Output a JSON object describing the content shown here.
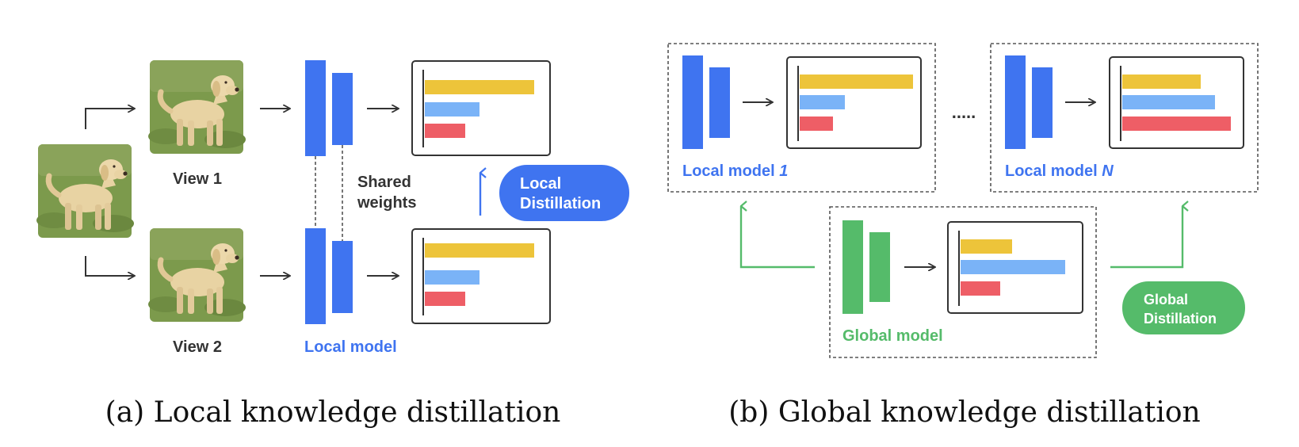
{
  "colors": {
    "blue": "#3f74f0",
    "green": "#55bb6a",
    "yellow": "#edc43a",
    "light_blue": "#7ab3f7",
    "red": "#ee5e66",
    "dark": "#333333",
    "dashed": "#555555"
  },
  "icons": {
    "dog_photo": "dog-photo-icon",
    "arrow": "arrow-right-icon"
  },
  "panel_a": {
    "view1_label": "View 1",
    "view2_label": "View 2",
    "shared_weights_line1": "Shared",
    "shared_weights_line2": "weights",
    "local_model_label": "Local model",
    "distill_line1": "Local",
    "distill_line2": "Distillation",
    "caption": "(a) Local knowledge distillation",
    "bars_top": [
      0.92,
      0.46,
      0.34
    ],
    "bars_bottom": [
      0.92,
      0.46,
      0.34
    ]
  },
  "panel_b": {
    "local_model_1_prefix": "Local model ",
    "local_model_1_suffix": "1",
    "local_model_n_prefix": "Local model ",
    "local_model_n_suffix": "N",
    "ellipsis": ".....",
    "global_model_label": "Global model",
    "distill_line1": "Global",
    "distill_line2": "Distillation",
    "caption": "(b) Global knowledge distillation",
    "bars_local_1": [
      0.95,
      0.38,
      0.28
    ],
    "bars_local_n": [
      0.66,
      0.78,
      0.91
    ],
    "bars_global": [
      0.43,
      0.88,
      0.33
    ]
  }
}
